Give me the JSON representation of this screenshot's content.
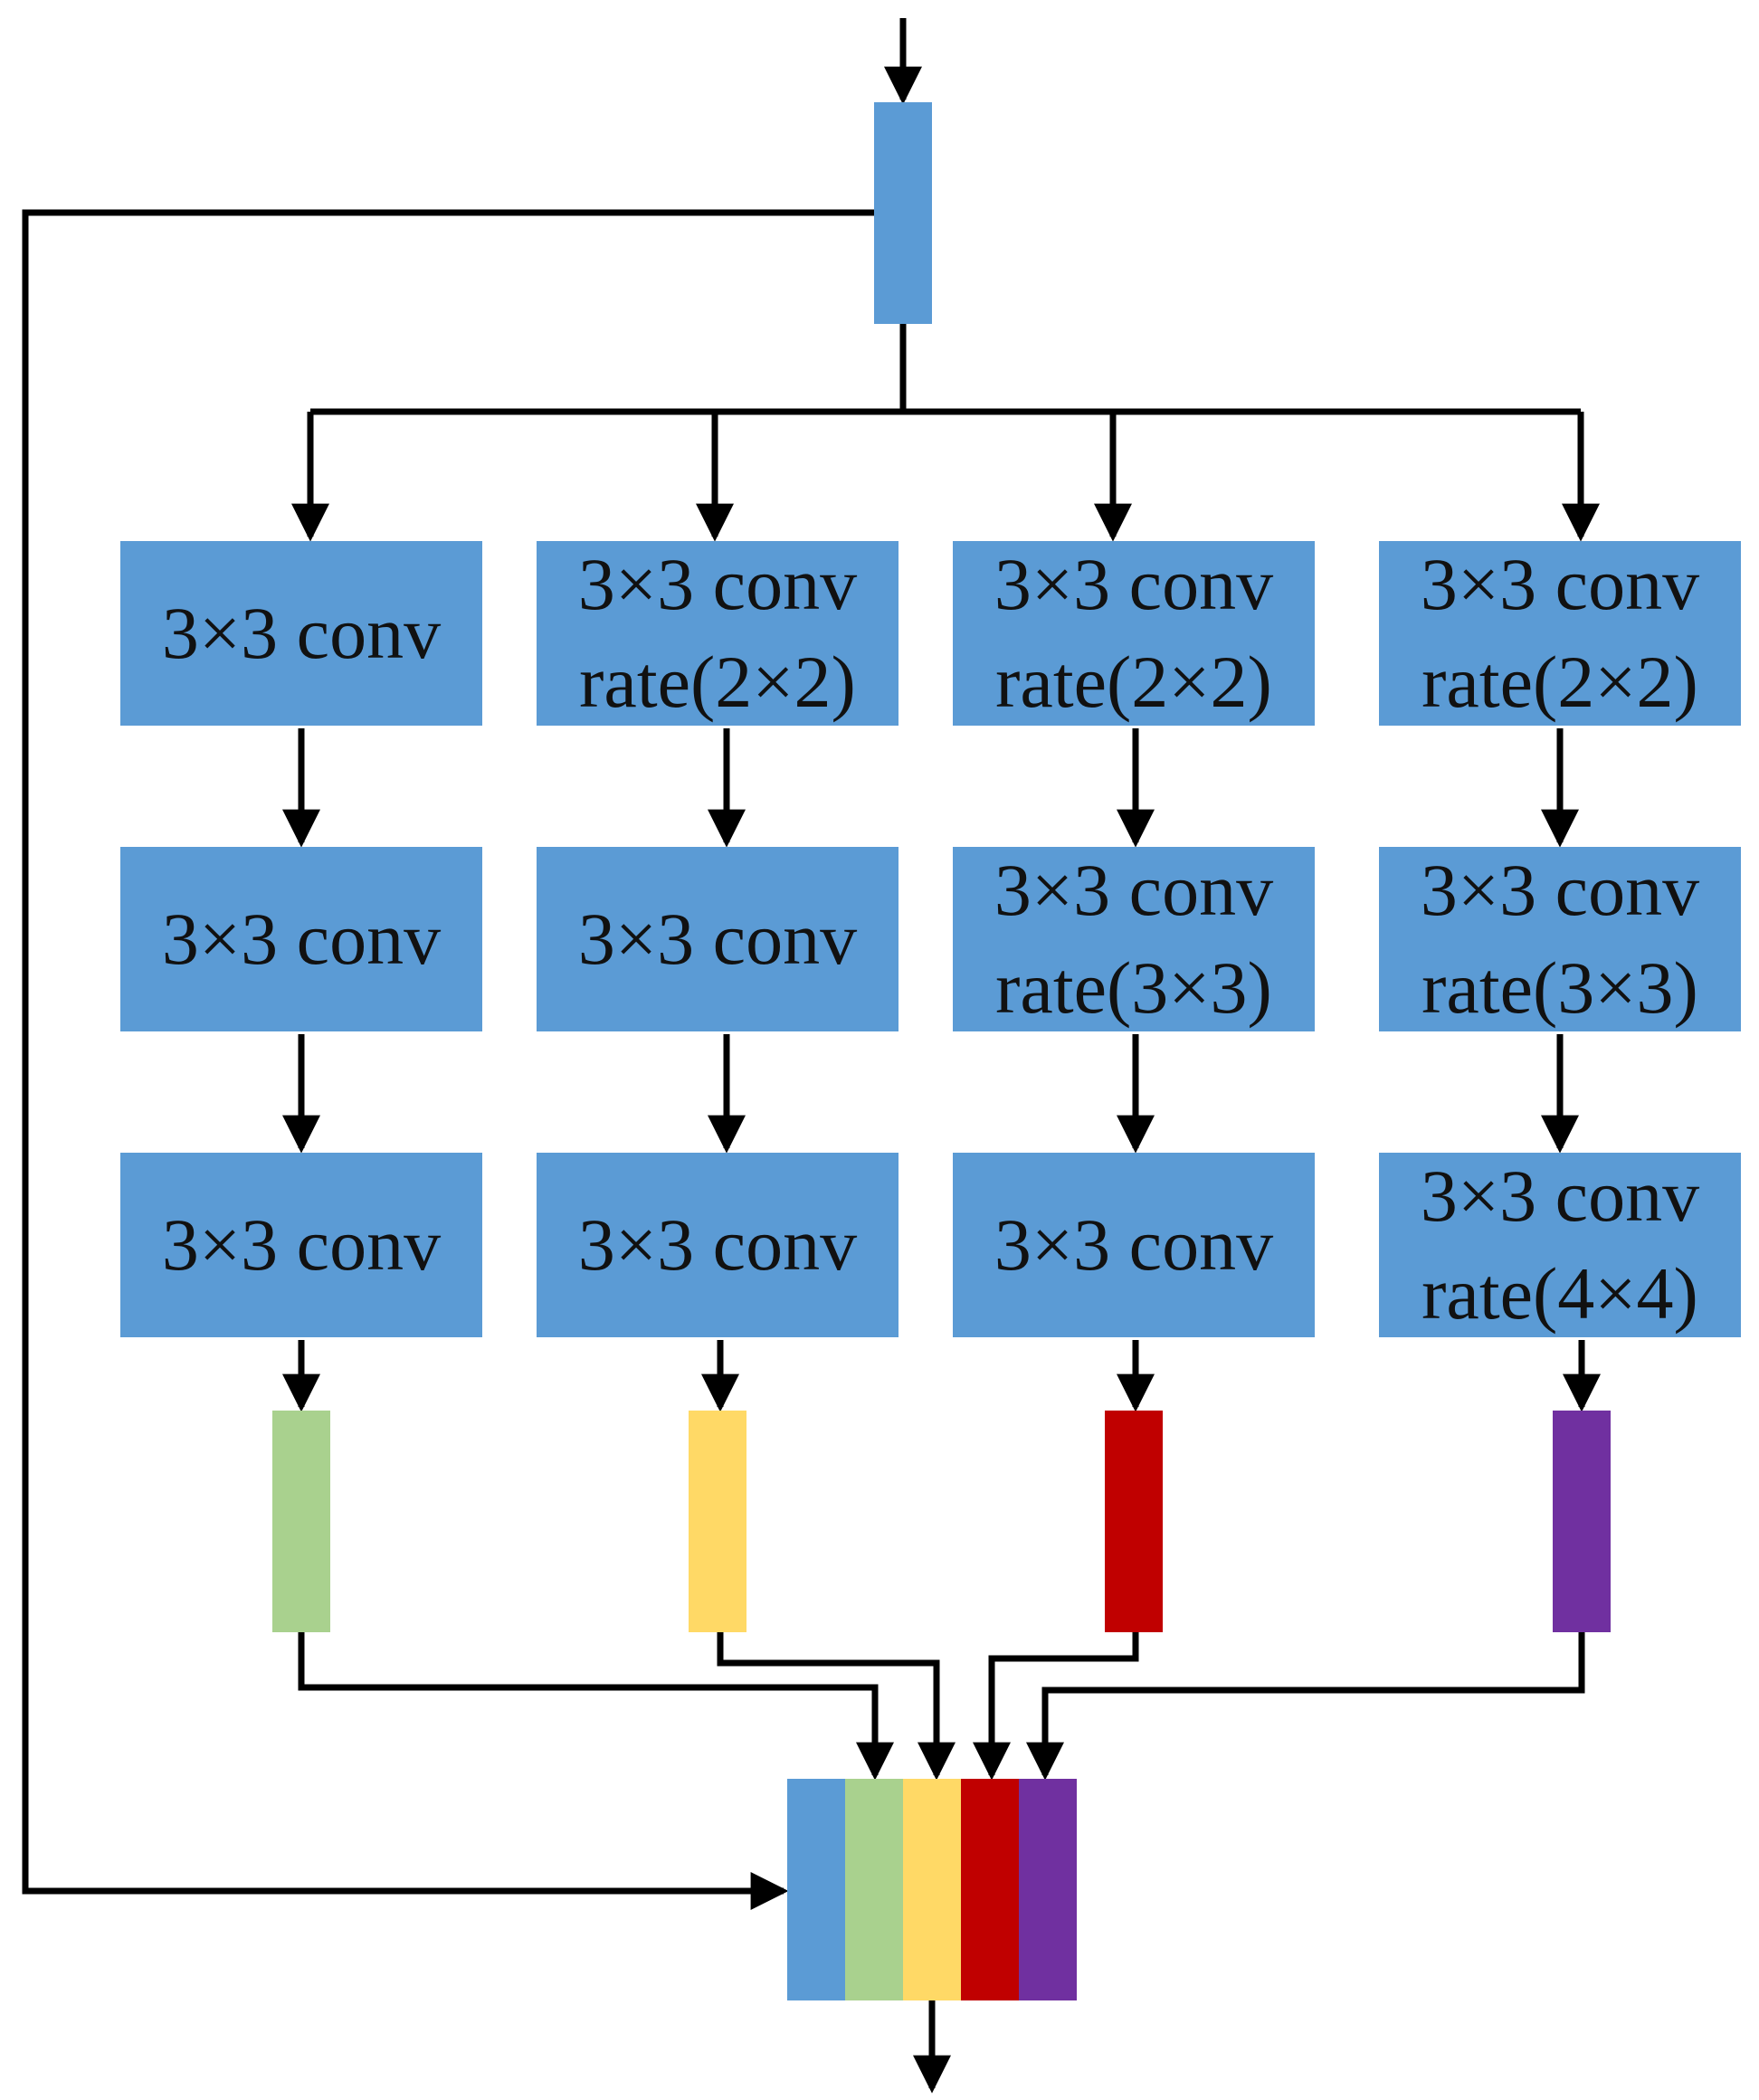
{
  "colors": {
    "input": "#5b9bd5",
    "block": "#5b9bd5",
    "branch_1": "#a9d18e",
    "branch_2": "#ffd966",
    "branch_3": "#c00000",
    "branch_4": "#7030a0",
    "arrow": "#000000"
  },
  "branches": [
    {
      "output_color": "branch_1",
      "blocks": [
        {
          "line1": "3×3 conv",
          "line2": ""
        },
        {
          "line1": "3×3 conv",
          "line2": ""
        },
        {
          "line1": "3×3 conv",
          "line2": ""
        }
      ]
    },
    {
      "output_color": "branch_2",
      "blocks": [
        {
          "line1": "3×3 conv",
          "line2": "rate(2×2)"
        },
        {
          "line1": "3×3 conv",
          "line2": ""
        },
        {
          "line1": "3×3 conv",
          "line2": ""
        }
      ]
    },
    {
      "output_color": "branch_3",
      "blocks": [
        {
          "line1": "3×3 conv",
          "line2": "rate(2×2)"
        },
        {
          "line1": "3×3 conv",
          "line2": "rate(3×3)"
        },
        {
          "line1": "3×3 conv",
          "line2": ""
        }
      ]
    },
    {
      "output_color": "branch_4",
      "blocks": [
        {
          "line1": "3×3 conv",
          "line2": "rate(2×2)"
        },
        {
          "line1": "3×3 conv",
          "line2": "rate(3×3)"
        },
        {
          "line1": "3×3 conv",
          "line2": "rate(4×4)"
        }
      ]
    }
  ],
  "concat_order": [
    "input",
    "branch_1",
    "branch_2",
    "branch_3",
    "branch_4"
  ]
}
